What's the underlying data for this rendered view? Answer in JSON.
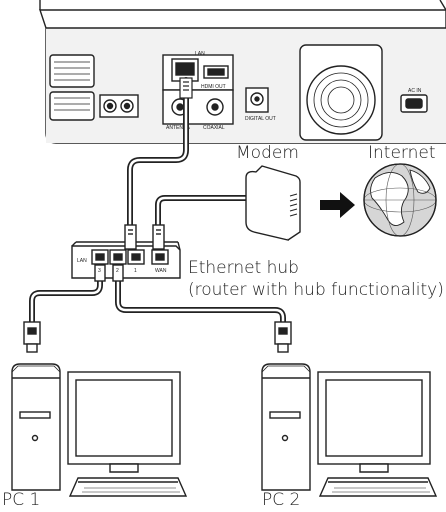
{
  "labels": {
    "modem": "Modem",
    "internet": "Internet",
    "hub_line1": "Ethernet hub",
    "hub_line2": "(router with hub functionality)",
    "pc1": "PC 1",
    "pc2": "PC 2"
  },
  "hub_ports": {
    "lan": "LAN",
    "wan": "WAN",
    "port_numbers": [
      "3",
      "2",
      "1"
    ]
  },
  "recorder_ports": {
    "ac_in": "AC IN",
    "lan_label": "LAN",
    "hdmi": "HDMI OUT",
    "digital_out": "DIGITAL OUT",
    "antenna": "ANTENNA",
    "coaxial": "COAXIAL"
  },
  "colors": {
    "line": "#222222",
    "fill": "#ffffff",
    "panel": "#f2f2f2",
    "globe": "#cfcfcf",
    "arrow": "#111111"
  },
  "icons": {
    "arrow": "arrow-right-icon",
    "globe": "globe-icon",
    "modem": "modem-icon",
    "hub": "ethernet-hub-icon",
    "recorder": "recorder-rear-panel-icon"
  }
}
